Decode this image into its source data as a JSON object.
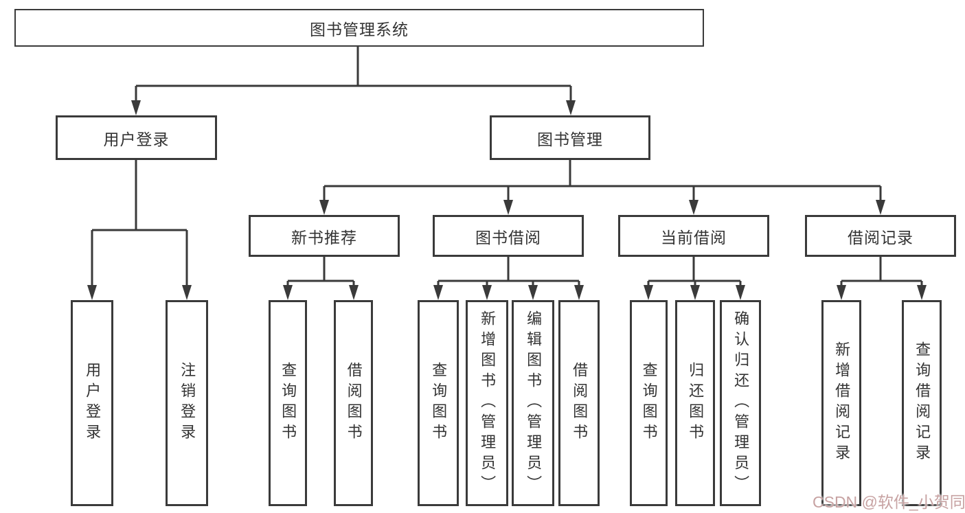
{
  "page": {
    "background": "#ffffff"
  },
  "style": {
    "line_color": "#3a3a3a",
    "text_color": "#333333",
    "watermark_color": "#c7a2a2"
  },
  "watermark": {
    "text": "CSDN @软件_小贺同学"
  },
  "tree": {
    "root": {
      "label": "图书管理系统"
    },
    "branches": [
      {
        "label": "用户登录",
        "children": [
          {
            "label": "用户登录"
          },
          {
            "label": "注销登录"
          }
        ]
      },
      {
        "label": "图书管理",
        "children": [
          {
            "label": "新书推荐",
            "children": [
              {
                "label": "查询图书"
              },
              {
                "label": "借阅图书"
              }
            ]
          },
          {
            "label": "图书借阅",
            "children": [
              {
                "label": "查询图书"
              },
              {
                "label": "新增图书（管理员）"
              },
              {
                "label": "编辑图书（管理员）"
              },
              {
                "label": "借阅图书"
              }
            ]
          },
          {
            "label": "当前借阅",
            "children": [
              {
                "label": "查询图书"
              },
              {
                "label": "归还图书"
              },
              {
                "label": "确认归还（管理员）"
              }
            ]
          },
          {
            "label": "借阅记录",
            "children": [
              {
                "label": "新增借阅记录"
              },
              {
                "label": "查询借阅记录"
              }
            ]
          }
        ]
      }
    ]
  }
}
